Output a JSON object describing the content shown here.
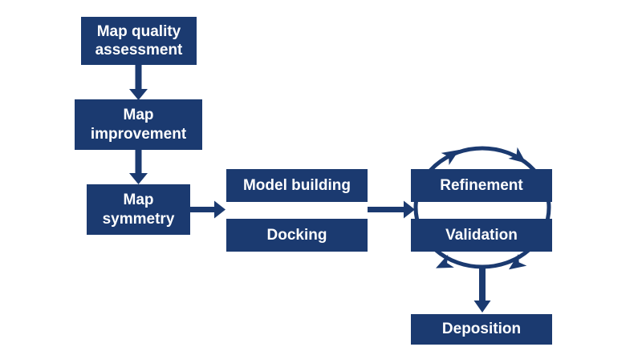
{
  "diagram": {
    "colors": {
      "node": "#1b3a70",
      "arrow": "#1b3a70",
      "text": "#ffffff",
      "background": "#ffffff"
    },
    "nodes": [
      {
        "id": "map-quality-assessment",
        "label": "Map quality assessment"
      },
      {
        "id": "map-improvement",
        "label": "Map improvement"
      },
      {
        "id": "map-symmetry",
        "label": "Map symmetry"
      },
      {
        "id": "model-building",
        "label": "Model building"
      },
      {
        "id": "docking",
        "label": "Docking"
      },
      {
        "id": "refinement",
        "label": "Refinement"
      },
      {
        "id": "validation",
        "label": "Validation"
      },
      {
        "id": "deposition",
        "label": "Deposition"
      }
    ],
    "edges": [
      {
        "from": "map-quality-assessment",
        "to": "map-improvement",
        "type": "down-arrow"
      },
      {
        "from": "map-improvement",
        "to": "map-symmetry",
        "type": "down-arrow"
      },
      {
        "from": "map-symmetry",
        "to": "model-building|docking",
        "type": "right-arrow"
      },
      {
        "from": "model-building|docking",
        "to": "refinement|validation",
        "type": "right-arrow"
      },
      {
        "from": "refinement|validation-cycle",
        "to": "deposition",
        "type": "down-arrow"
      }
    ],
    "cycle": {
      "between": [
        "refinement",
        "validation"
      ],
      "direction": "clockwise",
      "arrowhead_count": 4
    }
  }
}
